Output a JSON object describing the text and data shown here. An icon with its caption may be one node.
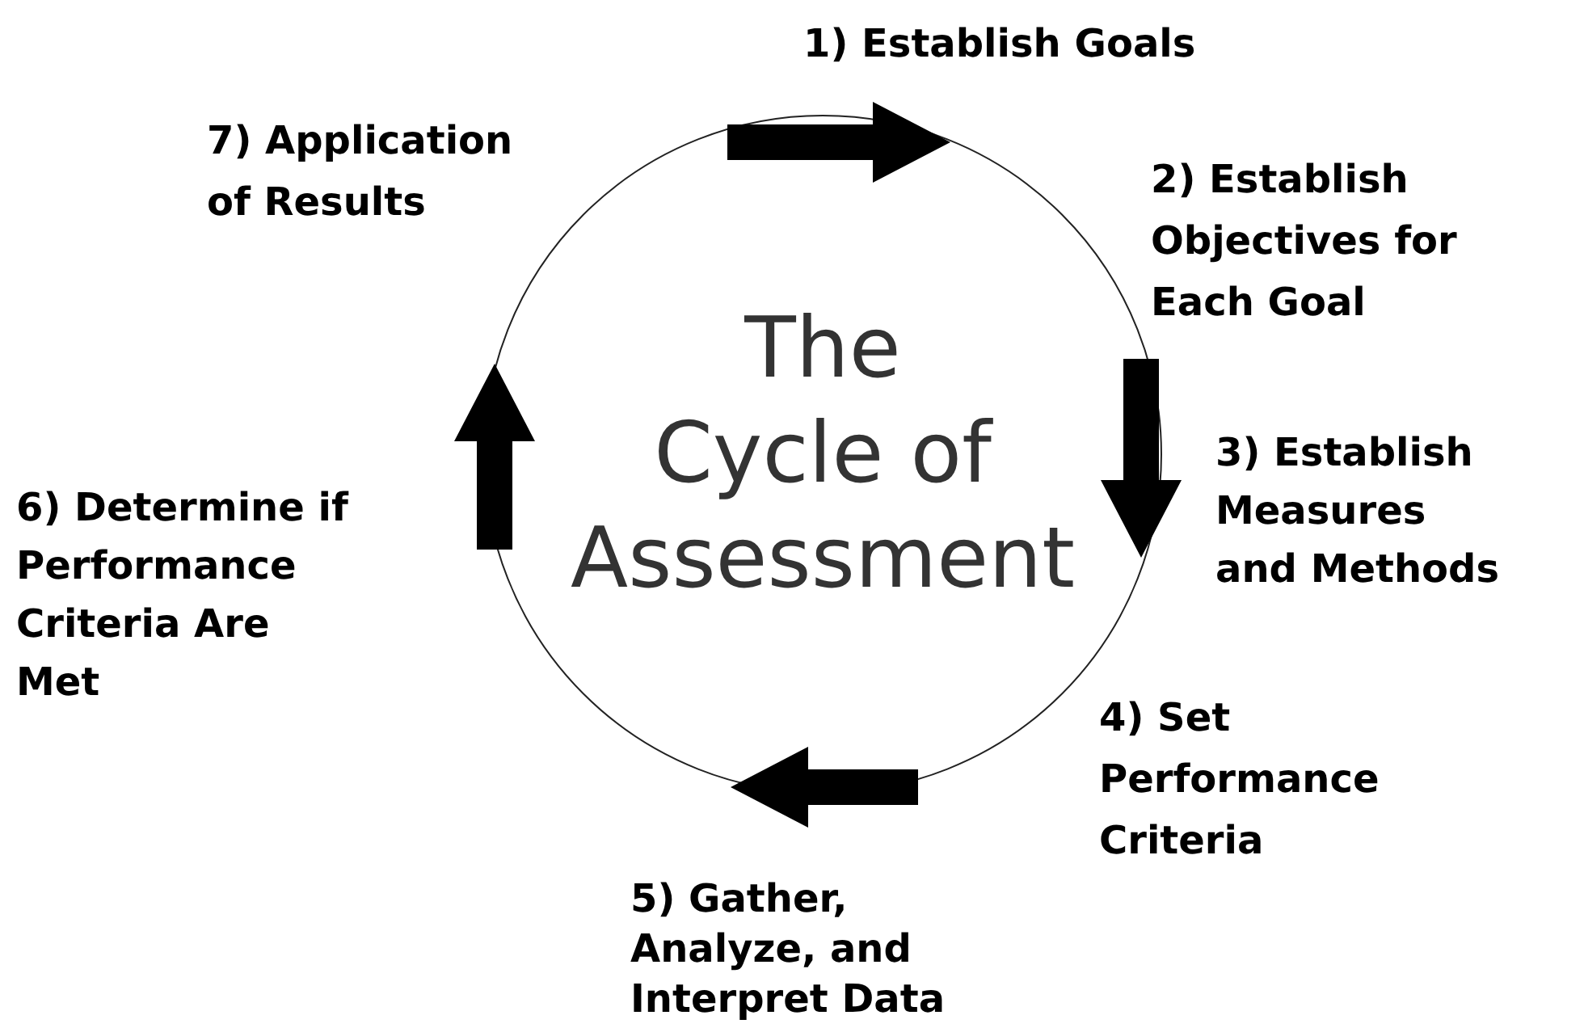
{
  "diagram": {
    "nodes": [
      {
        "text": [
          "The Cycle of Assessment"
        ]
      },
      {
        "text": [
          "1) Establish Goals"
        ]
      },
      {
        "text": [
          "2) Establish Objectives for Each Goal"
        ]
      },
      {
        "text": [
          "3) Establish Measures and Methods"
        ]
      },
      {
        "text": [
          "4) Set Performance Criteria"
        ]
      },
      {
        "text": [
          "5) Gather, Analyze, and Interpret Data"
        ]
      },
      {
        "text": [
          "6) Determine if Performance Criteria Are Met"
        ]
      },
      {
        "text": [
          "7) Application of Results"
        ]
      }
    ]
  }
}
